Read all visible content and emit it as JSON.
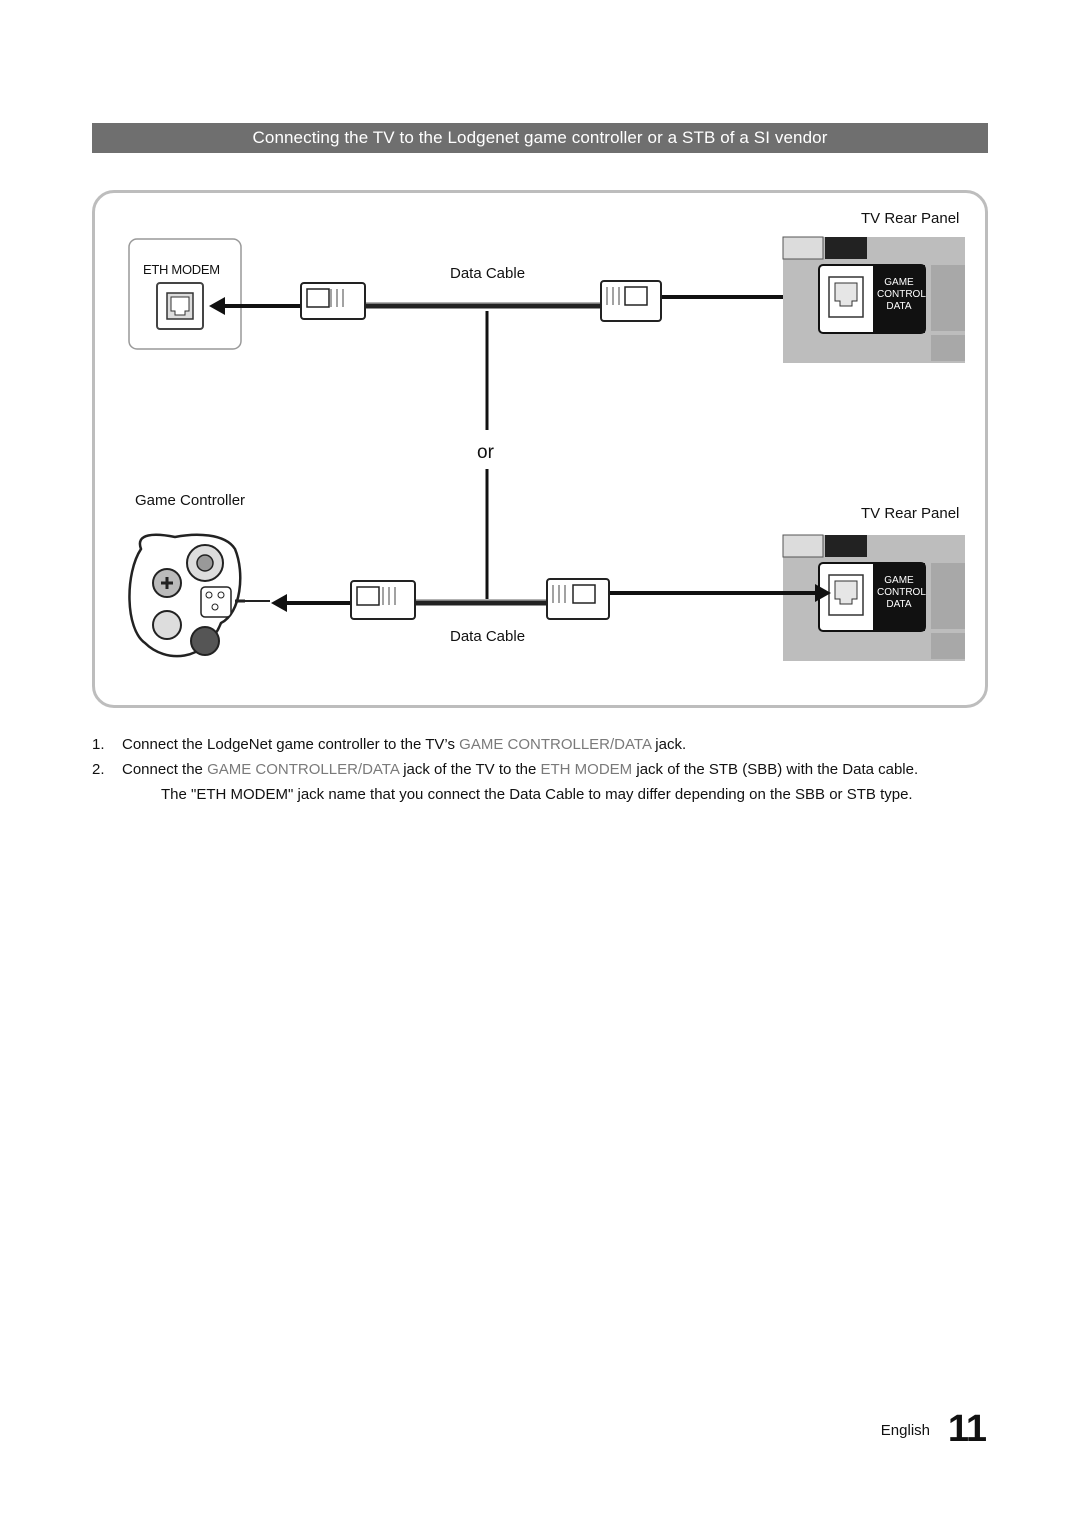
{
  "section_title": "Connecting the TV to the Lodgenet game controller or a STB of a SI vendor",
  "diagram": {
    "eth_modem_label": "ETH MODEM",
    "data_cable_top": "Data Cable",
    "data_cable_bottom": "Data Cable",
    "or_label": "or",
    "game_controller_label": "Game Controller",
    "tv_rear_panel_top": "TV Rear Panel",
    "tv_rear_panel_bottom": "TV Rear Panel",
    "jack_label_line1": "GAME",
    "jack_label_line2": "CONTROL",
    "jack_label_line3": "DATA"
  },
  "steps": [
    {
      "number": "1.",
      "pre": "Connect the LodgeNet game controller to the TV’s ",
      "highlight": "GAME CONTROLLER/DATA",
      "post": " jack."
    },
    {
      "number": "2.",
      "pre": "Connect the ",
      "highlight": "GAME CONTROLLER/DATA",
      "mid": " jack of the TV to the ",
      "highlight2": "ETH MODEM",
      "post": " jack of the STB (SBB) with the Data cable."
    }
  ],
  "note": "The \"ETH MODEM\" jack name that you connect the Data Cable to may differ depending on the SBB or STB type.",
  "footer": {
    "language": "English",
    "page_number": "11"
  }
}
